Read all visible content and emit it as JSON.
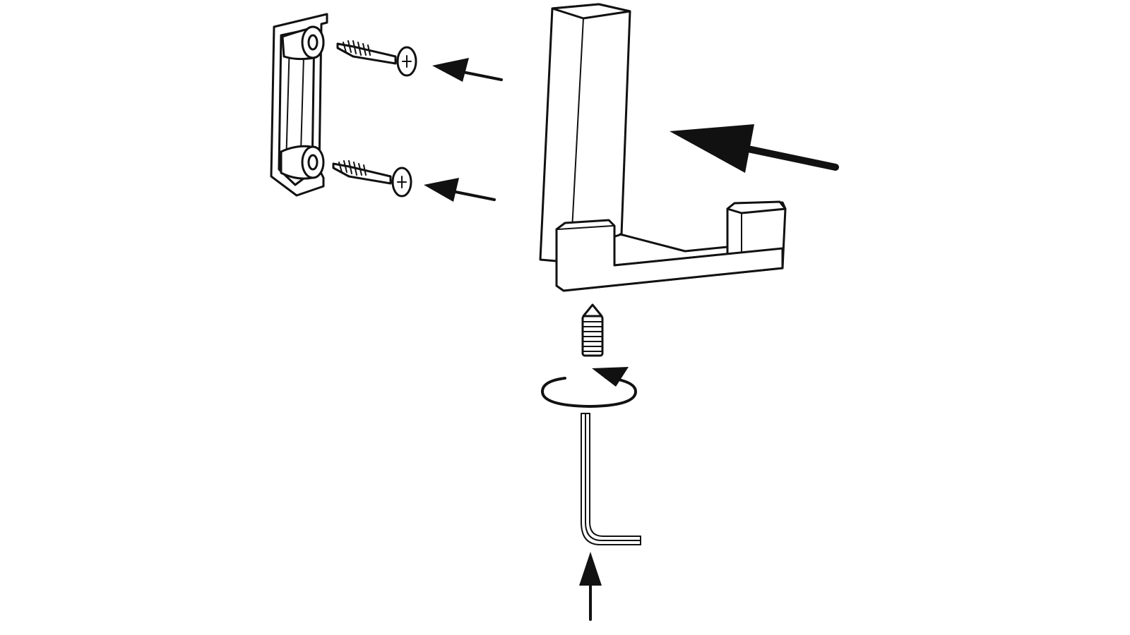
{
  "diagram": {
    "type": "installation-instructions",
    "parts": [
      "wall-bracket",
      "wood-screw",
      "wood-screw",
      "double-hook",
      "set-screw",
      "hex-key"
    ],
    "colors": {
      "line": "#111111",
      "background": "#ffffff"
    }
  }
}
